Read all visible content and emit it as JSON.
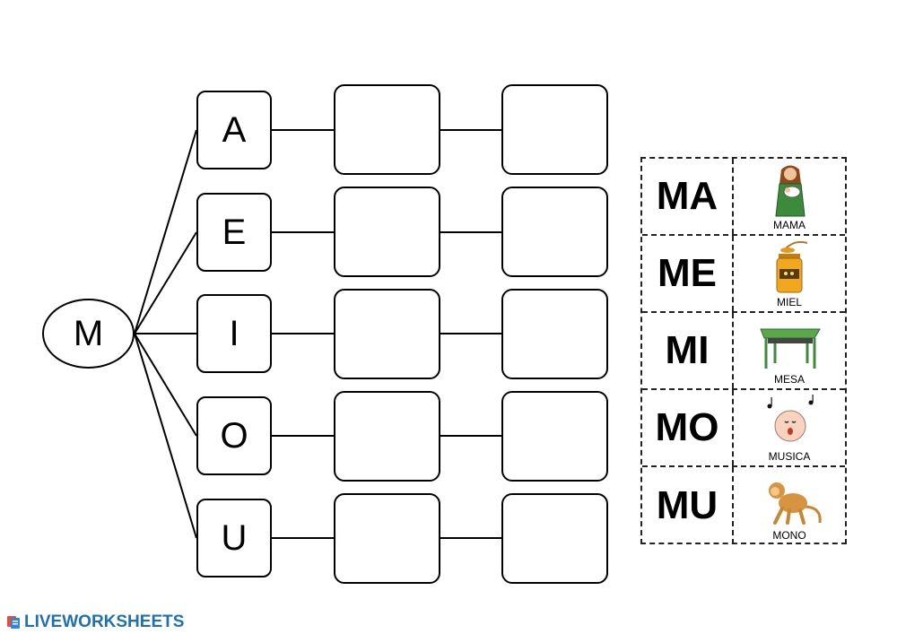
{
  "root_letter": "M",
  "vowels": [
    "A",
    "E",
    "I",
    "O",
    "U"
  ],
  "reference_cards": [
    {
      "syllable": "MA",
      "word": "MAMA",
      "picture": "mother-with-baby-icon"
    },
    {
      "syllable": "ME",
      "word": "MIEL",
      "picture": "honey-jar-icon"
    },
    {
      "syllable": "MI",
      "word": "MESA",
      "picture": "table-icon"
    },
    {
      "syllable": "MO",
      "word": "MUSICA",
      "picture": "singing-face-icon"
    },
    {
      "syllable": "MU",
      "word": "MONO",
      "picture": "monkey-icon"
    }
  ],
  "footer": {
    "brand": "LIVEWORKSHEETS"
  }
}
